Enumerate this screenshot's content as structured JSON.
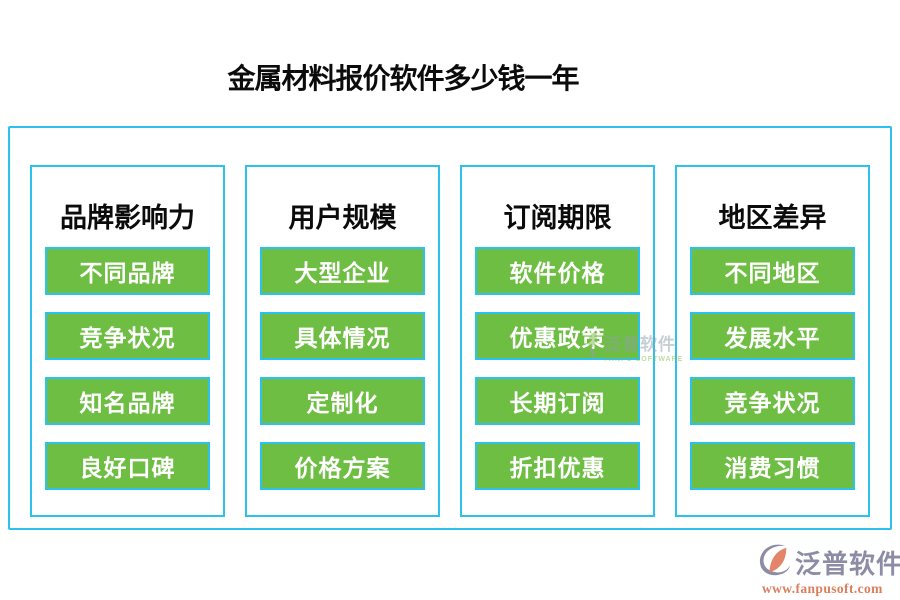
{
  "title": "金属材料报价软件多少钱一年",
  "colors": {
    "accent_cyan": "#2bc2ee",
    "button_green": "#6fbe44",
    "button_text": "#ffffff",
    "heading_text": "#0b0b0b",
    "logo_gray": "#8d8ca6",
    "logo_salmon": "#dc7e5d",
    "watermark_green": "#7cb845"
  },
  "columns": [
    {
      "heading": "品牌影响力",
      "items": [
        "不同品牌",
        "竞争状况",
        "知名品牌",
        "良好口碑"
      ]
    },
    {
      "heading": "用户规模",
      "items": [
        "大型企业",
        "具体情况",
        "定制化",
        "价格方案"
      ]
    },
    {
      "heading": "订阅期限",
      "items": [
        "软件价格",
        "优惠政策",
        "长期订阅",
        "折扣优惠"
      ]
    },
    {
      "heading": "地区差异",
      "items": [
        "不同地区",
        "发展水平",
        "竞争状况",
        "消费习惯"
      ]
    }
  ],
  "watermark": {
    "brand": "泛普软件",
    "subtext": "FANPU SOFTWARE"
  },
  "footer_logo": {
    "brand": "泛普软件",
    "url": "www.fanpusoft.com"
  }
}
